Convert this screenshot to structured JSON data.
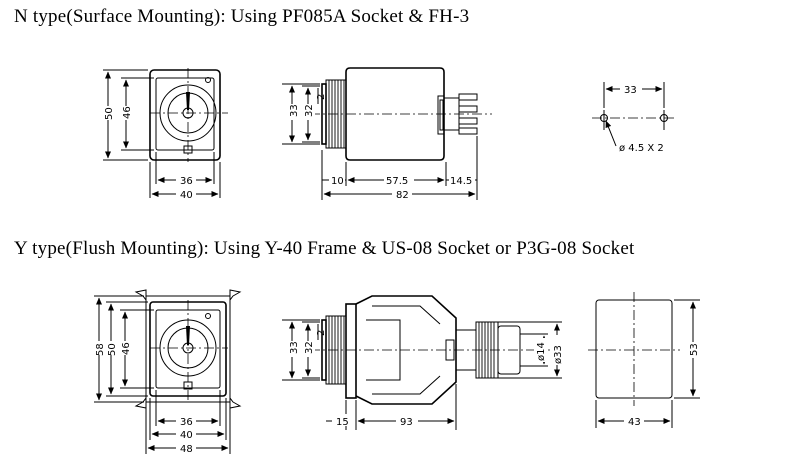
{
  "headings": {
    "n_type": "N type(Surface Mounting): Using PF085A Socket & FH-3",
    "y_type": "Y type(Flush Mounting): Using Y-40 Frame & US-08 Socket or P3G-08 Socket"
  },
  "dimensions": {
    "n_front": {
      "height_outer": "50",
      "height_inner": "46",
      "width_inner": "36",
      "width_outer": "40"
    },
    "n_side": {
      "height_outer": "33",
      "height_inner": "32",
      "knob_offset": "2",
      "front": "10",
      "body": "57.5",
      "rear": "14.5",
      "total": "82"
    },
    "n_holes": {
      "spacing": "33",
      "hole_spec": "ø 4.5  X  2"
    },
    "y_front": {
      "height_frame": "58",
      "height_outer": "50",
      "height_inner": "46",
      "width_inner": "36",
      "width_outer": "40",
      "width_frame": "48"
    },
    "y_side": {
      "height_outer": "33",
      "height_inner": "32",
      "knob_offset": "2",
      "front": "15",
      "depth": "93",
      "dia_small": "ø14",
      "dia_large": "ø33"
    },
    "y_cutout": {
      "width": "43",
      "height": "53"
    }
  },
  "colors": {
    "line": "#000000",
    "background": "#ffffff"
  }
}
